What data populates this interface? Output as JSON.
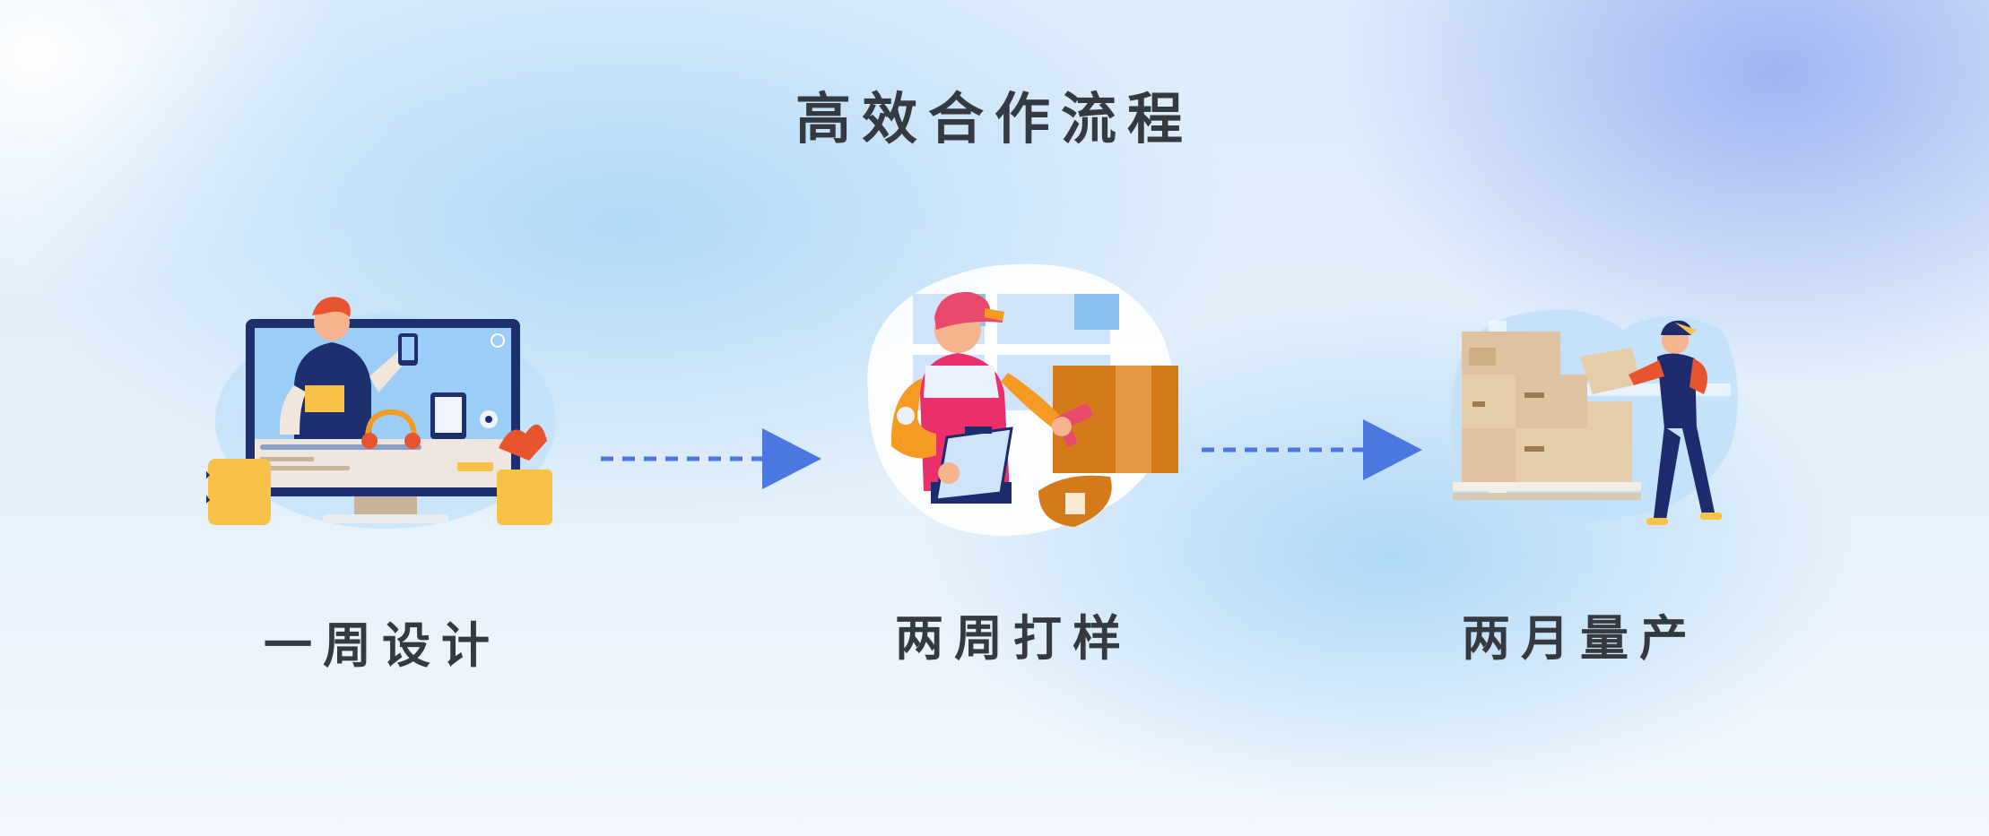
{
  "title": "高效合作流程",
  "steps": [
    {
      "label": "一周设计",
      "illustration": "designer-at-monitor"
    },
    {
      "label": "两周打样",
      "illustration": "worker-with-scanner-and-clipboard"
    },
    {
      "label": "两月量产",
      "illustration": "warehouse-worker-stacking-boxes"
    }
  ],
  "colors": {
    "title_text": "#343a40",
    "label_text": "#343a40",
    "arrow": "#4a78e0",
    "monitor_frame": "#1d2f6f",
    "screen": "#9ccdf7",
    "hair": "#e8542f",
    "mug": "#f8c248",
    "cap": "#e9496b",
    "vest": "#ea2f6a",
    "sleeve": "#f59a23",
    "box": "#d99b5a",
    "carton": "#dfc29f",
    "uniform": "#1e2b6e"
  }
}
